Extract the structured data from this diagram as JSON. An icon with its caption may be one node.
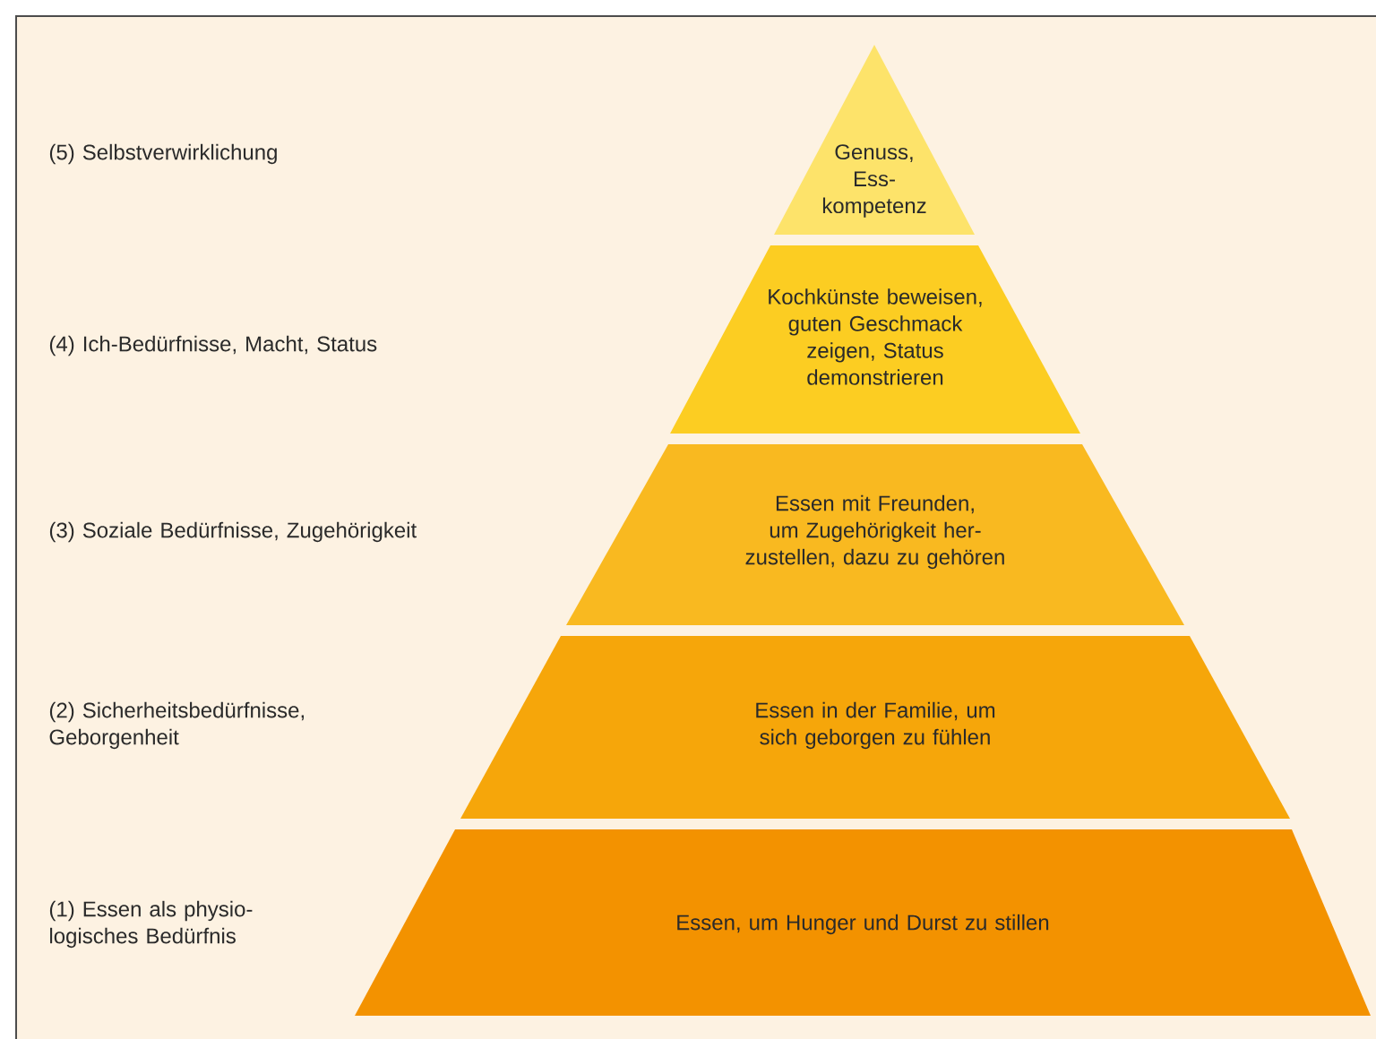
{
  "diagram": {
    "nodes": [
      {
        "text": [
          "Genuss, Ess- kompetenz"
        ]
      },
      {
        "text": [
          "Kochkünste beweisen, guten Geschmack zeigen, Status demonstrieren"
        ]
      },
      {
        "text": [
          "Essen mit Freunden, um Zugehörigkeit her- zustellen, dazu zu gehören"
        ]
      },
      {
        "text": [
          "Essen in der Familie, um sich geborgen zu fühlen"
        ]
      },
      {
        "text": [
          "Essen, um Hunger und Durst zu stillen"
        ]
      }
    ],
    "labels": [
      "(5) Selbstverwirklichung",
      "(4) Ich-Bedürfnisse, Macht, Status",
      "(3) Soziale Bedürfnisse, Zugehörigkeit",
      "(2) Sicherheitsbedürfnisse, Geborgenheit",
      "(1) Essen als physio- logisches Bedürfnis"
    ]
  }
}
